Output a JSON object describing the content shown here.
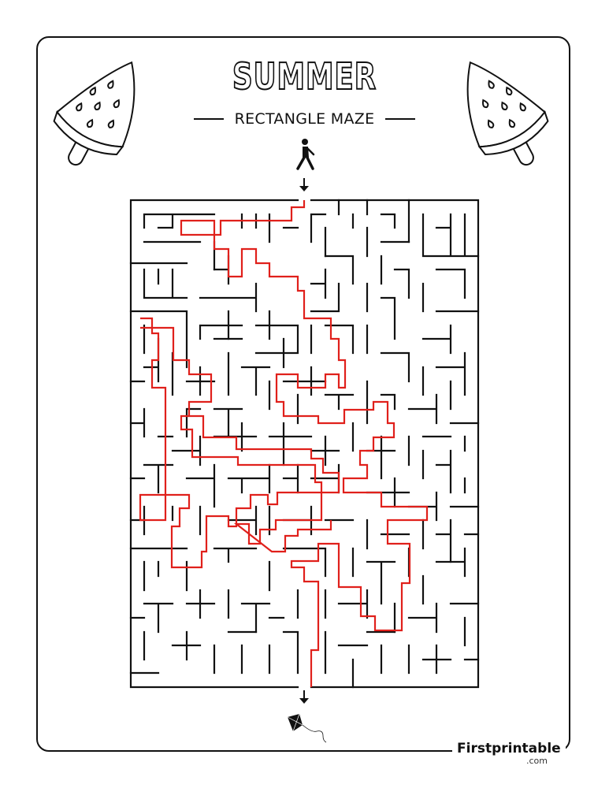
{
  "page": {
    "title": "SUMMER",
    "subtitle": "RECTANGLE MAZE",
    "brand": {
      "name": "Firstprintable",
      "tld": ".com"
    }
  },
  "maze": {
    "columns": 25,
    "rows": 35,
    "entrance": "top",
    "exit": "bottom",
    "start_icon": "walking-person-icon",
    "finish_icon": "kite-icon",
    "wall_color": "#111111",
    "solution_color": "#e0201b"
  },
  "decorations": {
    "left": "watermelon-popsicle-icon",
    "right": "watermelon-popsicle-icon"
  }
}
